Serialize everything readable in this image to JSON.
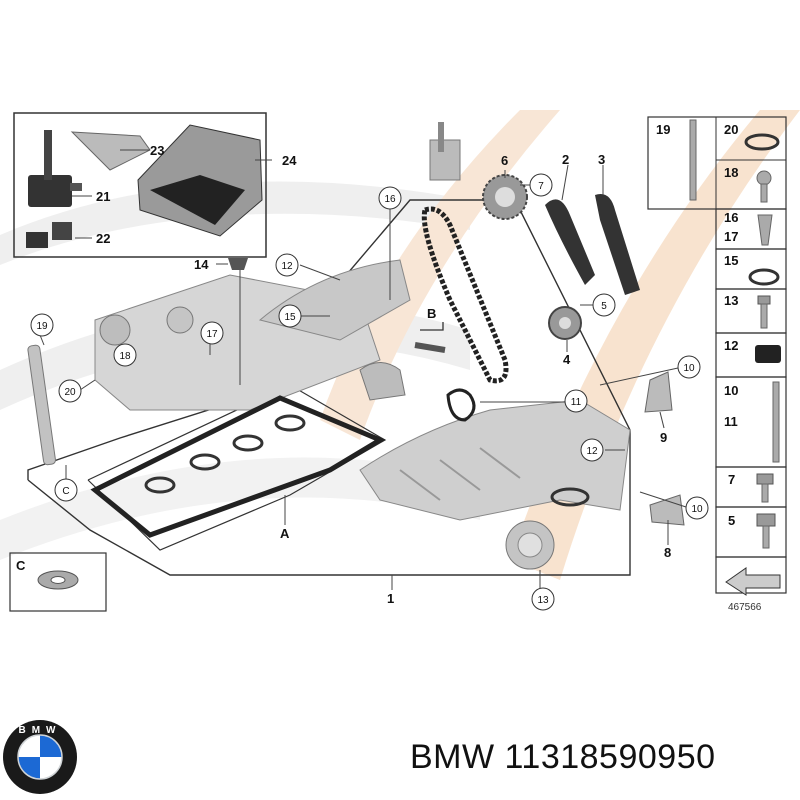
{
  "diagram": {
    "circled_labels": [
      "7",
      "16",
      "12",
      "15",
      "17",
      "18",
      "19",
      "20",
      "C",
      "5",
      "10",
      "11",
      "12",
      "10",
      "13"
    ],
    "plain_labels": [
      "23",
      "24",
      "21",
      "22",
      "14",
      "6",
      "2",
      "3",
      "B",
      "4",
      "9",
      "8",
      "A",
      "1"
    ],
    "side_panel": {
      "rows": [
        {
          "labels": [
            "19"
          ],
          "extra": [
            "20"
          ]
        },
        {
          "labels": [
            "18"
          ]
        },
        {
          "labels": [
            "16",
            "17"
          ]
        },
        {
          "labels": [
            "15"
          ]
        },
        {
          "labels": [
            "13"
          ]
        },
        {
          "labels": [
            "12"
          ]
        },
        {
          "labels": [
            "10",
            "11"
          ]
        },
        {
          "labels": [
            "7"
          ]
        },
        {
          "labels": [
            "5"
          ]
        }
      ]
    },
    "inset_label": "C",
    "reference_number": "467566"
  },
  "brand": {
    "text": "BMW 11318590950",
    "logo_letters": "BMW",
    "colors": {
      "blue": "#1c69d4",
      "ring": "#1a1a1a",
      "silver": "#cfd3d6"
    }
  },
  "watermark_colors": {
    "grey": "#ececec",
    "orange": "#f8e3cf"
  }
}
